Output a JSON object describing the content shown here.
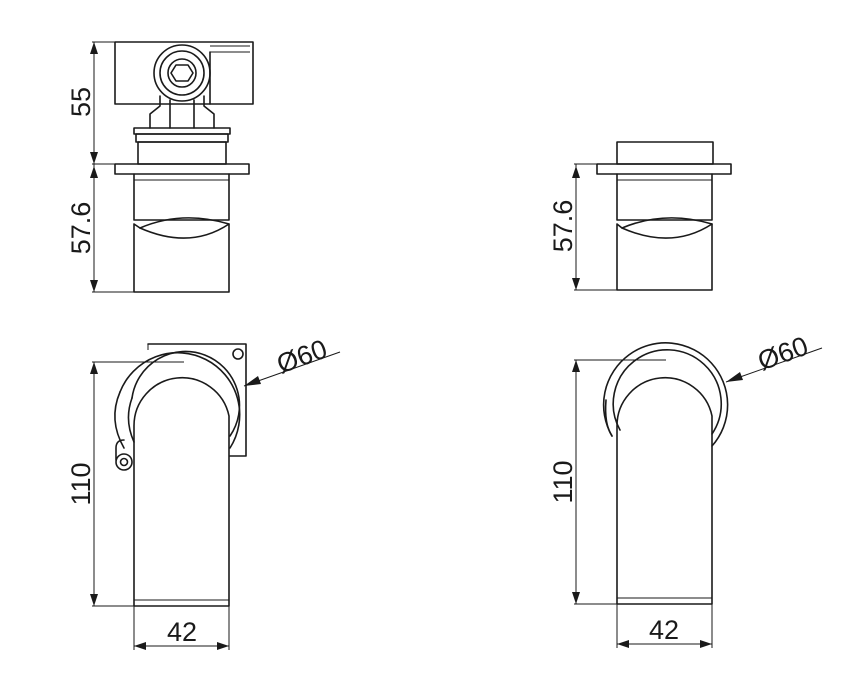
{
  "views": {
    "top_left": {
      "depth_upper": "55",
      "depth_lower": "57.6"
    },
    "top_right": {
      "depth_lower": "57.6"
    },
    "front_left": {
      "diameter": "Ø60",
      "height": "110",
      "width": "42"
    },
    "front_right": {
      "diameter": "Ø60",
      "height": "110",
      "width": "42"
    }
  }
}
